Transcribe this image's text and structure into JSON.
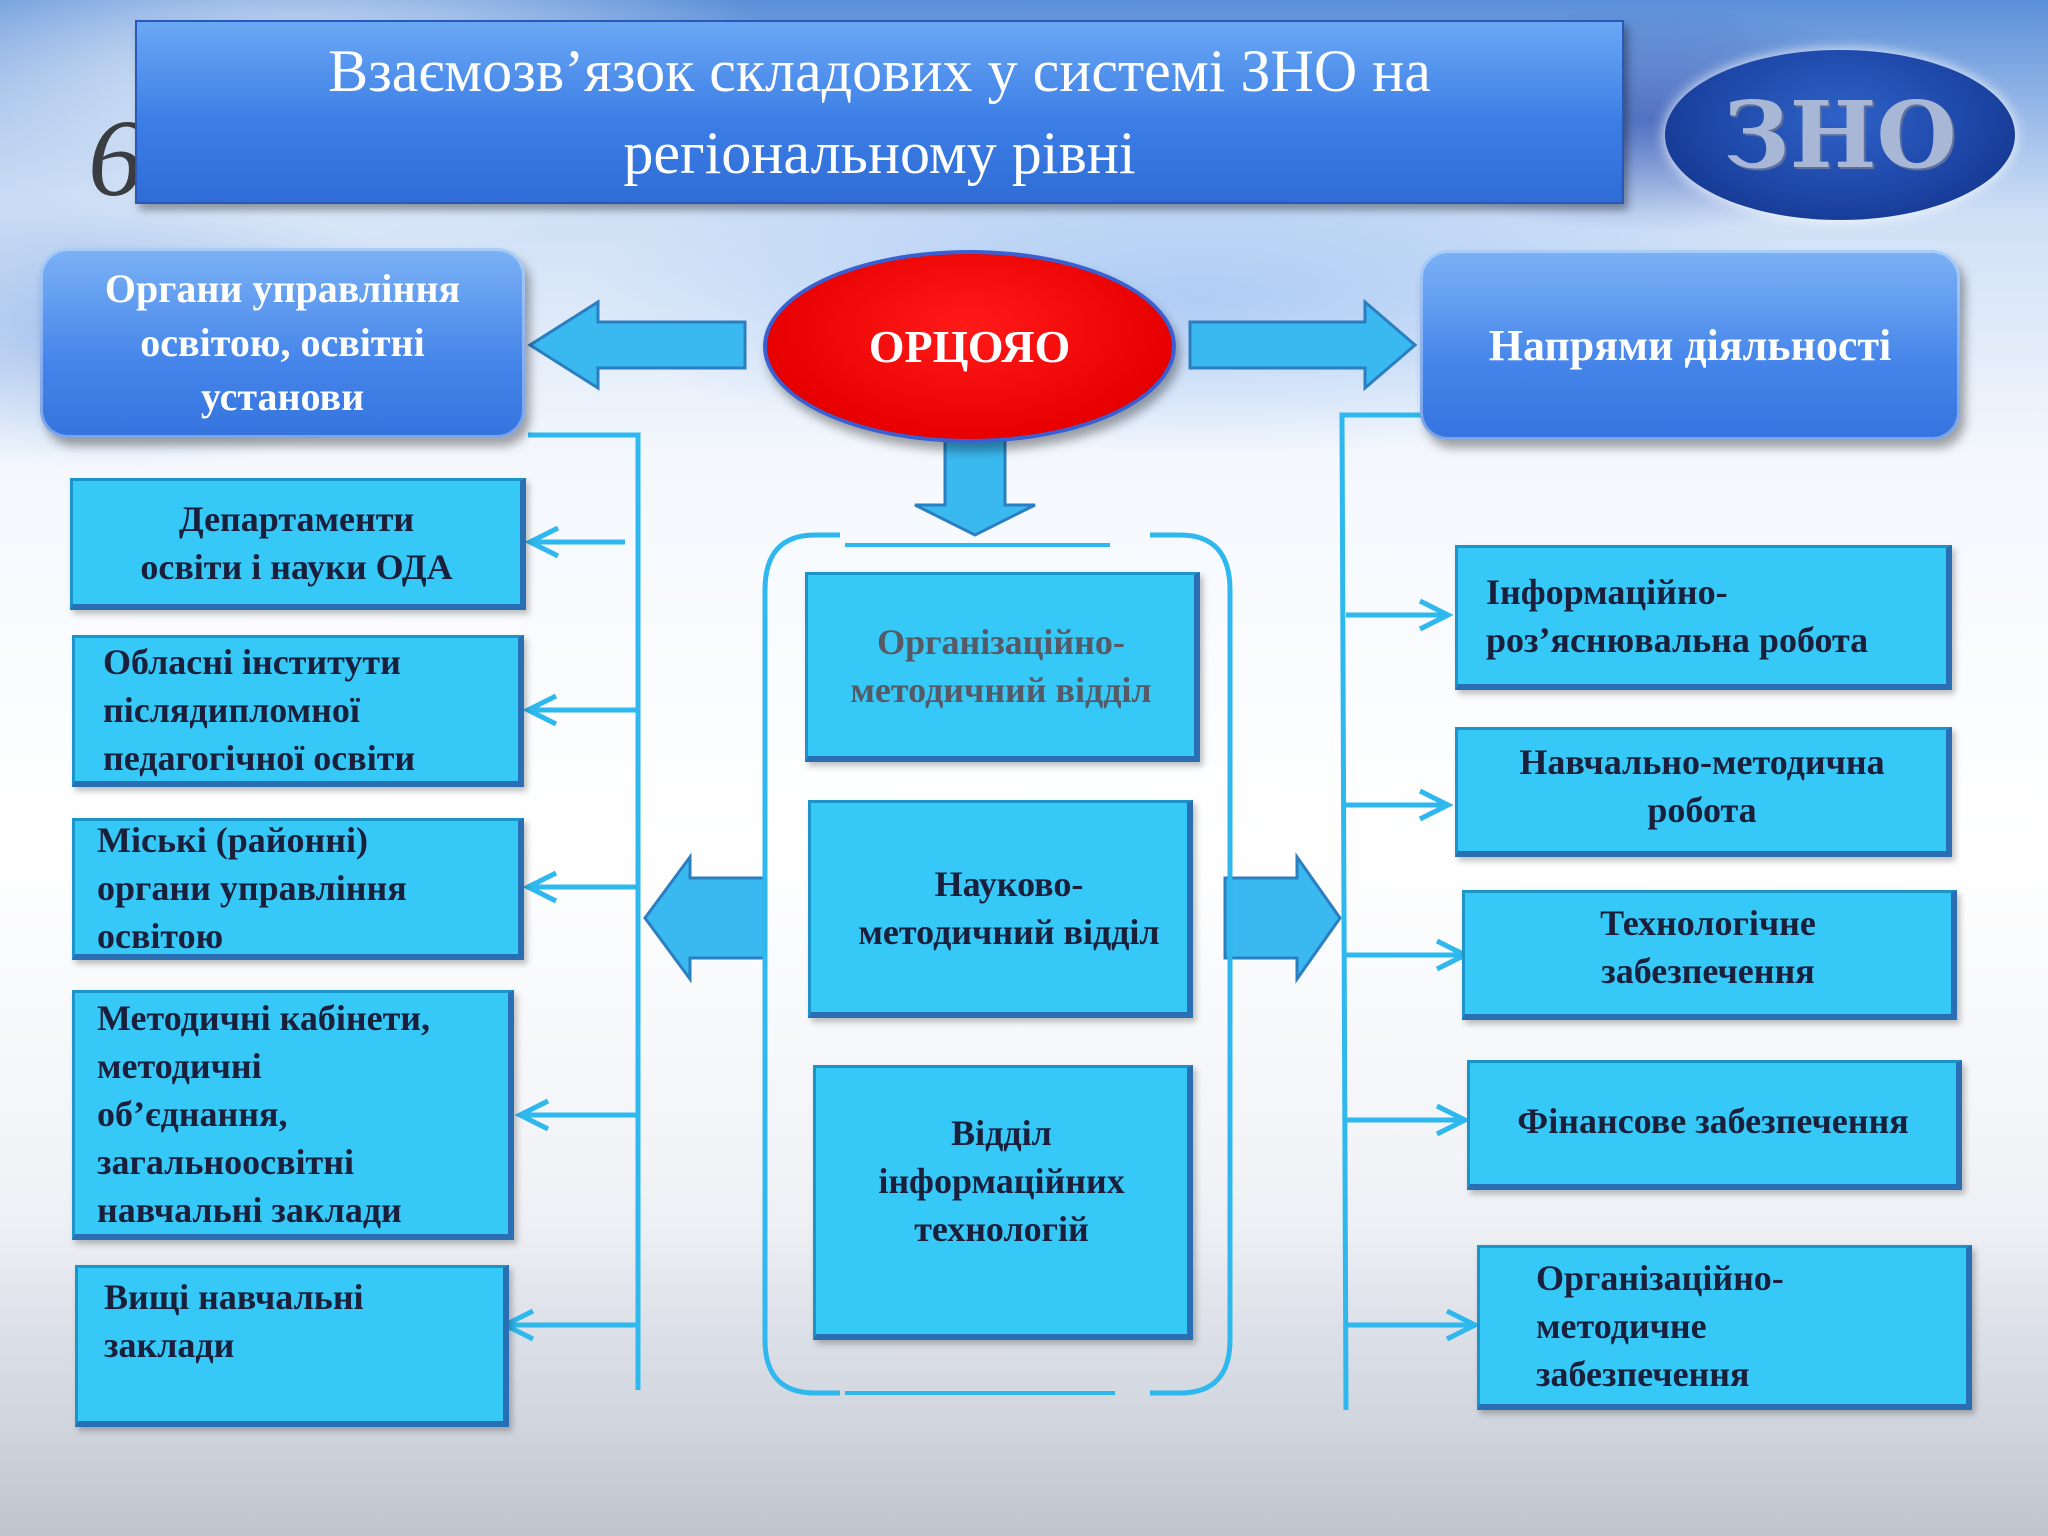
{
  "title": {
    "line1": "Взаємозв’язок складових у системі ЗНО на",
    "line2": "регіональному рівні"
  },
  "logo_text": "ЗНО",
  "decor_digit": "6",
  "center_node": "ОРЦОЯО",
  "left_header": [
    "Органи управління",
    "освітою, освітні",
    "установи"
  ],
  "right_header": "Напрями діяльності",
  "left_items": [
    [
      "Департаменти",
      "освіти і науки ОДА"
    ],
    [
      "Обласні інститути",
      "післядипломної",
      "педагогічної освіти"
    ],
    [
      "Міські (районні)",
      "органи управління",
      "освітою"
    ],
    [
      "Методичні кабінети,",
      "методичні",
      "об’єднання,",
      "загальноосвітні",
      "навчальні заклади"
    ],
    [
      "Вищі навчальні",
      "заклади"
    ]
  ],
  "center_items": [
    [
      "Організаційно-",
      "методичний відділ"
    ],
    [
      "Науково-",
      "методичний відділ"
    ],
    [
      "Відділ",
      "інформаційних",
      "технологій"
    ]
  ],
  "right_items": [
    [
      "Інформаційно-",
      "роз’яснювальна робота"
    ],
    [
      "Навчально-методична",
      "робота"
    ],
    [
      "Технологічне",
      "забезпечення"
    ],
    [
      "Фінансове забезпечення"
    ],
    [
      "Організаційно-",
      "методичне",
      "забезпечення"
    ]
  ],
  "colors": {
    "title_fill": "#3c7ee6",
    "header_fill": "#4585ea",
    "oval_fill": "#e80000",
    "box_fill": "#36c8f6",
    "arrow_fill": "#3ab8f0",
    "line_color": "#2fb8ee"
  }
}
